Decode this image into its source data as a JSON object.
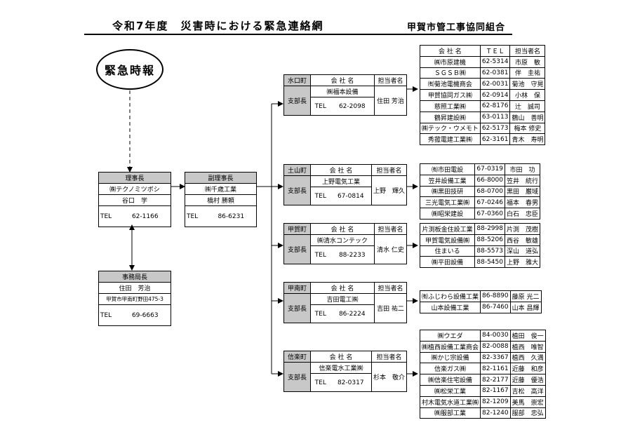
{
  "header": {
    "title": "令和7年度　災害時における緊急連絡網",
    "org": "甲賀市管工事協同組合"
  },
  "oval": {
    "label": "緊急時報"
  },
  "chairman": {
    "role": "理事長",
    "company": "㈱テクノミツボシ",
    "name": "谷口　学",
    "tel_label": "TEL",
    "tel": "62-1166"
  },
  "vice": {
    "role": "副理事長",
    "company": "㈱千歳工業",
    "name": "橋村 勝頼",
    "tel_label": "TEL",
    "tel": "86-6231"
  },
  "secretary": {
    "role": "事務局長",
    "name": "住田　芳治",
    "address": "甲賀市甲南町野田475-3",
    "tel_label": "TEL",
    "tel": "69-6663"
  },
  "branches": [
    {
      "area": "水口町",
      "h_company": "会 社 名",
      "h_contact": "担当者名",
      "chief": "支部長",
      "company": "㈱福本設備",
      "tel_label": "TEL",
      "tel": "62-2098",
      "contact": "住田 芳治"
    },
    {
      "area": "土山町",
      "h_company": "会 社 名",
      "h_contact": "担当者名",
      "chief": "支部長",
      "company": "上野電気工業",
      "tel_label": "TEL",
      "tel": "67-0814",
      "contact": "上野　輝久"
    },
    {
      "area": "甲賀町",
      "h_company": "会 社 名",
      "h_contact": "担当者名",
      "chief": "支部長",
      "company": "㈱清水コンテック",
      "tel_label": "TEL",
      "tel": "88-2233",
      "contact": "清水 仁史"
    },
    {
      "area": "甲南町",
      "h_company": "会 社 名",
      "h_contact": "担当者名",
      "chief": "支部長",
      "company": "吉田電工㈱",
      "tel_label": "TEL",
      "tel": "86-2224",
      "contact": "吉田 祐二"
    },
    {
      "area": "信楽町",
      "h_company": "会 社 名",
      "h_contact": "担当者名",
      "chief": "支部長",
      "company": "信楽電水工業㈱",
      "tel_label": "TEL",
      "tel": "82-0317",
      "contact": "杉本　敬介"
    }
  ],
  "member_header": {
    "company": "会 社 名",
    "tel": "ＴＥＬ",
    "contact": "担当者名"
  },
  "members": {
    "minakuchi": [
      [
        "㈱市原建機",
        "62-5314",
        "市原　敏"
      ],
      [
        "ＳＧＳＢ㈱",
        "62-0381",
        "伴　圭祐"
      ],
      [
        "㈲菊池電機商会",
        "62-0031",
        "菊池　守晃"
      ],
      [
        "甲賀協同ガス㈱",
        "62-0914",
        "小林　保"
      ],
      [
        "慈照工業㈱",
        "62-8176",
        "辻　誠司"
      ],
      [
        "鶴昇建設㈱",
        "63-0113",
        "鶴山　善明"
      ],
      [
        "㈱テック・ウメモト",
        "62-5173",
        "梅本 修史"
      ],
      [
        "秀菰電建工業㈱",
        "62-3161",
        "青木　寿明"
      ]
    ],
    "tsuchiyama": [
      [
        "㈲市田電設",
        "67-0319",
        "市田　功"
      ],
      [
        "笠井設備工業",
        "66-8000",
        "笠井　統行"
      ],
      [
        "㈱黒田技研",
        "68-0700",
        "黒田　巌域"
      ],
      [
        "三光電気工業㈱",
        "67-0246",
        "福本　春男"
      ],
      [
        "㈱昭栄建設",
        "67-0360",
        "白石　忠臣"
      ]
    ],
    "koka": [
      [
        "片渕板金住設工業",
        "88-2998",
        "片渕　茂樹"
      ],
      [
        "甲賀電気設備㈱",
        "88-5206",
        "西谷　敏雄"
      ],
      [
        "住まいる",
        "88-5573",
        "深山　道弘"
      ],
      [
        "㈱平田設備",
        "88-5450",
        "上野　雅大"
      ]
    ],
    "konan": [
      [
        "㈲ふじわら設備工業",
        "86-8890",
        "藤原 光二"
      ],
      [
        "山本設備工業",
        "86-7460",
        "山本 昌輝"
      ]
    ],
    "shigaraki": [
      [
        "㈱ウエダ",
        "84-0030",
        "植田　俊一"
      ],
      [
        "㈱植西設備工業商会",
        "82-0088",
        "植西　唯智"
      ],
      [
        "㈱かじ宗設備",
        "82-3367",
        "植西　久満"
      ],
      [
        "信楽ガス㈱",
        "82-1161",
        "近藤　和彦"
      ],
      [
        "㈱信楽住宅設備",
        "82-2177",
        "近藤　優浩"
      ],
      [
        "㈱松栄工業",
        "82-1167",
        "吉松　高洋"
      ],
      [
        "村木電気水道工業㈱",
        "82-1209",
        "美馬　崇宏"
      ],
      [
        "㈱服部工業",
        "82-1240",
        "服部　忠弘"
      ]
    ]
  }
}
